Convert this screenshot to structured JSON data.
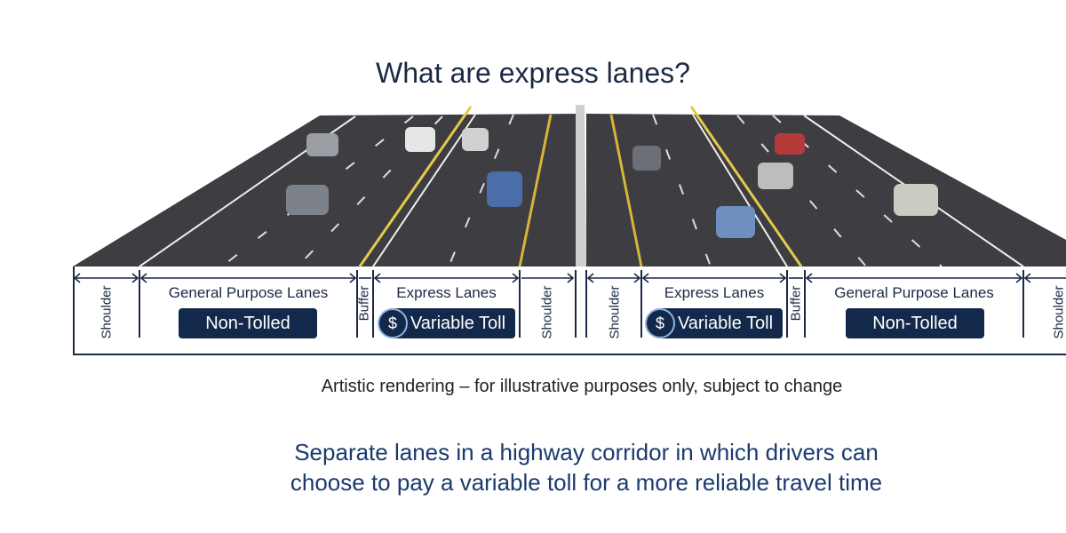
{
  "title": "What are express lanes?",
  "segments": {
    "shoulder": "Shoulder",
    "general_purpose": "General Purpose Lanes",
    "buffer": "Buffer",
    "express": "Express Lanes",
    "non_tolled": "Non-Tolled",
    "variable_toll": "Variable Toll",
    "dollar": "$"
  },
  "caption": "Artistic rendering – for illustrative purposes only, subject to change",
  "description": {
    "line1": "Separate lanes in a highway corridor in which drivers can",
    "line2": "choose to pay a variable toll for a more reliable travel time"
  },
  "colors": {
    "navy": "#13294b",
    "asphalt": "#3c3c40",
    "lane_yellow": "#d8b43a"
  }
}
